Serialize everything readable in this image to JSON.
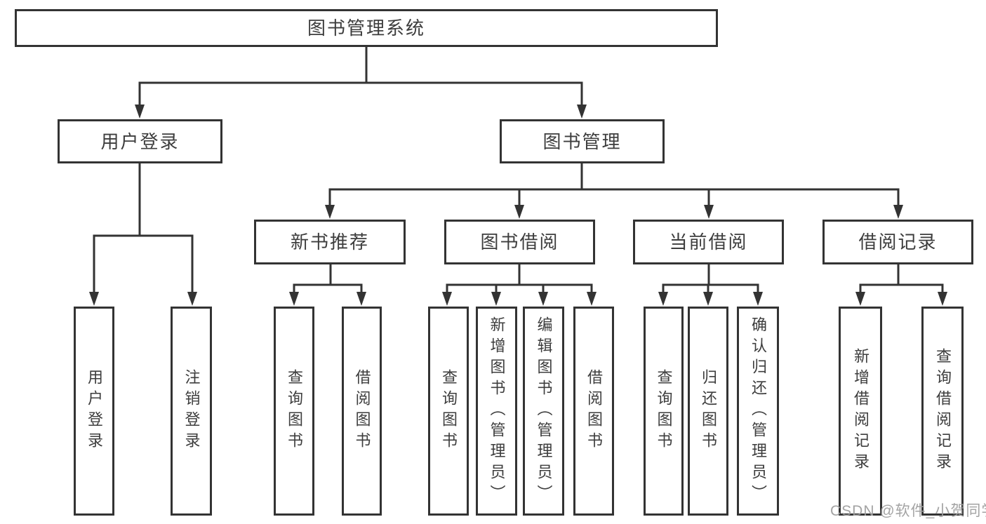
{
  "diagram_title": "图书管理系统",
  "tree": {
    "root": {
      "label": "图书管理系统"
    },
    "branches": [
      {
        "label": "用户登录",
        "children": [
          {
            "label": "用户登录"
          },
          {
            "label": "注销登录"
          }
        ]
      },
      {
        "label": "图书管理",
        "children": [
          {
            "label": "新书推荐",
            "children": [
              {
                "label": "查询图书"
              },
              {
                "label": "借阅图书"
              }
            ]
          },
          {
            "label": "图书借阅",
            "children": [
              {
                "label": "查询图书"
              },
              {
                "label": "新增图书（管理员）"
              },
              {
                "label": "编辑图书（管理员）"
              },
              {
                "label": "借阅图书"
              }
            ]
          },
          {
            "label": "当前借阅",
            "children": [
              {
                "label": "查询图书"
              },
              {
                "label": "归还图书"
              },
              {
                "label": "确认归还（管理员）"
              }
            ]
          },
          {
            "label": "借阅记录",
            "children": [
              {
                "label": "新增借阅记录"
              },
              {
                "label": "查询借阅记录"
              }
            ]
          }
        ]
      }
    ]
  },
  "watermark": {
    "text": "CSDN @软件_小贺同学"
  },
  "colors": {
    "line": "#333333",
    "box_border": "#333333",
    "text": "#3d3d3d",
    "watermark_text": "#9e9e9e",
    "background": "#ffffff"
  }
}
